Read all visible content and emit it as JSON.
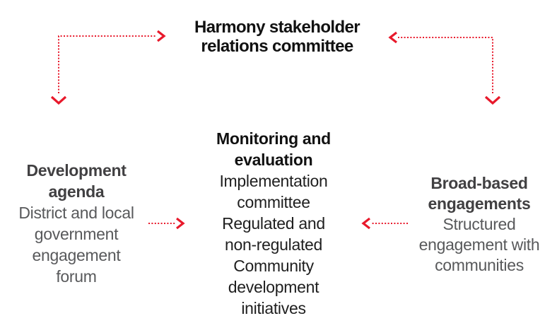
{
  "diagram": {
    "colors": {
      "arrow_red": "#e8192b",
      "title_black": "#111111",
      "center_body": "#1f1f1f",
      "side_heading": "#414042",
      "side_body": "#58595b",
      "background": "#ffffff"
    },
    "title": {
      "lines": [
        "Harmony stakeholder",
        "relations committee"
      ]
    },
    "nodes": {
      "development": {
        "heading_lines": [
          "Development",
          "agenda"
        ],
        "body_lines": [
          "District and local",
          "government",
          "engagement",
          "forum"
        ]
      },
      "monitoring": {
        "heading_lines": [
          "Monitoring and",
          "evaluation"
        ],
        "body_lines": [
          "Implementation",
          "committee",
          "Regulated and",
          "non-regulated",
          "Community",
          "development",
          "initiatives"
        ]
      },
      "broadbased": {
        "heading_lines": [
          "Broad-based",
          "engagements"
        ],
        "body_lines": [
          "Structured",
          "engagement with",
          "communities"
        ]
      }
    },
    "connectors": [
      {
        "name": "development-committee",
        "style": "red dotted elbow, arrowheads both ends"
      },
      {
        "name": "broadbased-committee",
        "style": "red dotted elbow, arrowheads both ends"
      },
      {
        "name": "development-monitoring",
        "style": "red dotted, arrowhead pointing right"
      },
      {
        "name": "broadbased-monitoring",
        "style": "red dotted, arrowhead pointing left"
      }
    ]
  }
}
